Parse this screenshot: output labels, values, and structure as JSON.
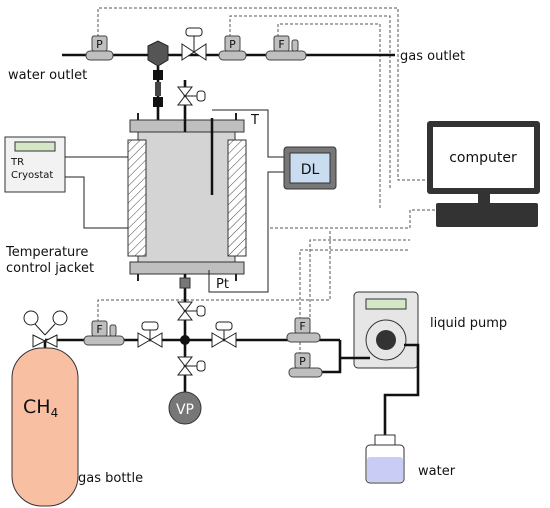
{
  "labels": {
    "water_outlet": "water outlet",
    "gas_outlet": "gas outlet",
    "tr_line1": "TR",
    "tr_line2": "Cryostat",
    "jacket_line1": "Temperature",
    "jacket_line2": "control jacket",
    "thermo": "T",
    "pt": "Pt",
    "dl": "DL",
    "computer": "computer",
    "liquid_pump": "liquid pump",
    "ch4": "CH",
    "ch4_sub": "4",
    "gas_bottle": "gas bottle",
    "water": "water",
    "vp": "VP",
    "p": "P",
    "f": "F"
  },
  "colors": {
    "gas_bottle_fill": "#f8bfa3",
    "screen_fill": "#d4e8c8",
    "dl_screen": "#c9dcf0",
    "vessel_fill": "#d4d4d4",
    "device_fill": "#bfbfbf",
    "water_fill": "#c9cdf5"
  }
}
